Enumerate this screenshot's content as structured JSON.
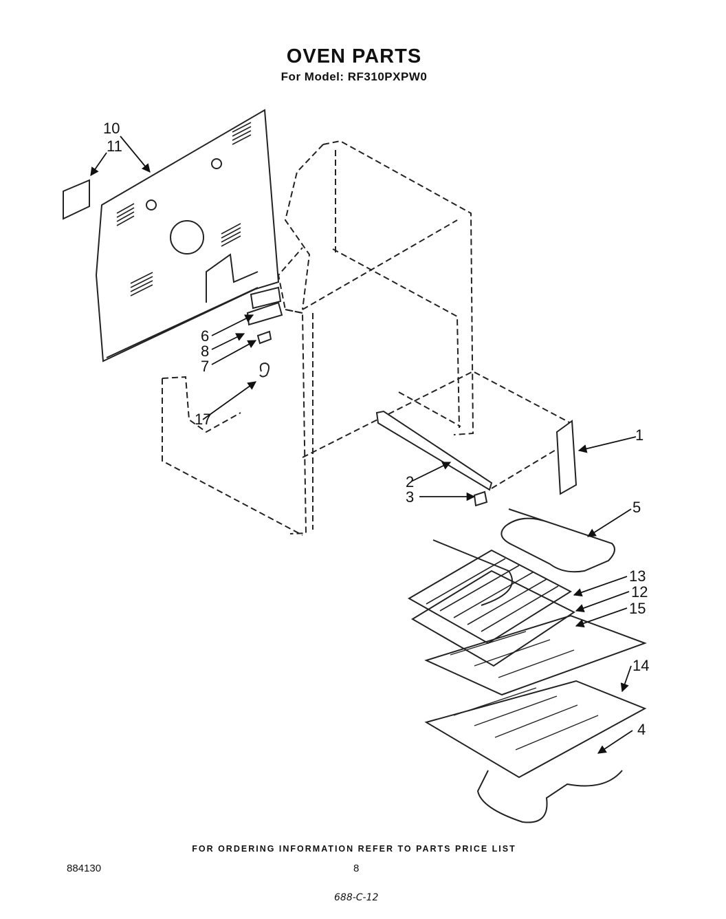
{
  "header": {
    "title": "OVEN PARTS",
    "subtitle": "For Model: RF310PXPW0"
  },
  "diagram": {
    "callouts": [
      "1",
      "2",
      "3",
      "4",
      "5",
      "6",
      "7",
      "8",
      "10",
      "11",
      "12",
      "13",
      "14",
      "15",
      "17"
    ]
  },
  "footer": {
    "note": "FOR ORDERING INFORMATION REFER TO PARTS PRICE LIST",
    "doc_number": "884130",
    "page_number": "8",
    "handwritten_code": "688-C-12"
  }
}
